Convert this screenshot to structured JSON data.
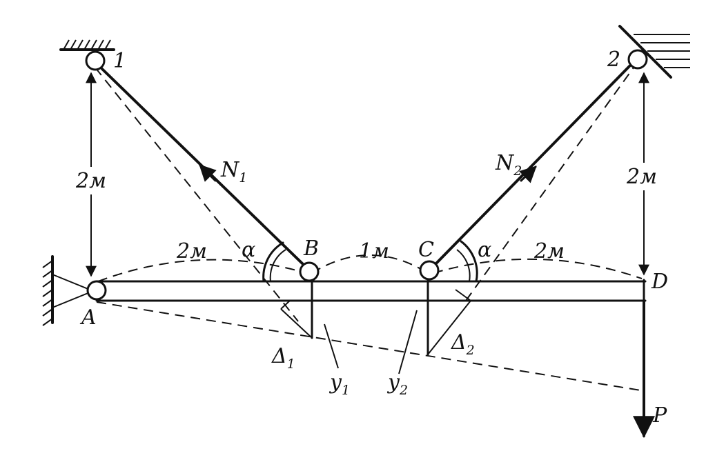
{
  "points": {
    "support1": "1",
    "support2": "2",
    "A": "A",
    "B": "B",
    "C": "C",
    "D": "D"
  },
  "forces": {
    "N1": {
      "main": "N",
      "sub": "1"
    },
    "N2": {
      "main": "N",
      "sub": "2"
    },
    "P": "P"
  },
  "angles": {
    "alpha_left": "α",
    "alpha_right": "α"
  },
  "dimensions": {
    "height_left": "2м",
    "height_right": "2м",
    "span_AB": "2м",
    "span_BC": "1м",
    "span_CD": "2м"
  },
  "deformations": {
    "delta1": {
      "main": "Δ",
      "sub": "1"
    },
    "delta2": {
      "main": "Δ",
      "sub": "2"
    },
    "y1": {
      "main": "y",
      "sub": "1"
    },
    "y2": {
      "main": "y",
      "sub": "2"
    }
  }
}
